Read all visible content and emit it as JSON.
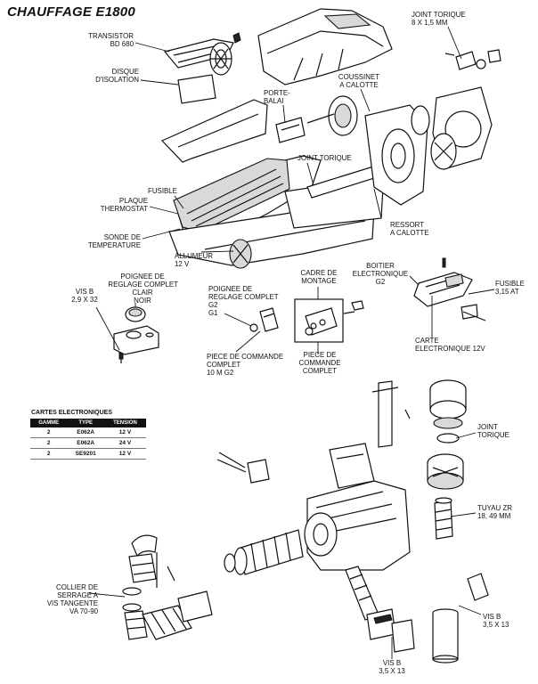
{
  "title": "CHAUFFAGE E1800",
  "labels": {
    "transistor": [
      "TRANSISTOR",
      "BD 680"
    ],
    "disque_isolation": [
      "DISQUE",
      "D'ISOLATION"
    ],
    "joint_torique_top": [
      "JOINT TORIQUE",
      "8 X 1,5 MM"
    ],
    "coussinet": [
      "COUSSINET",
      "A CALOTTE"
    ],
    "porte_balai": [
      "PORTE-",
      "BALAI"
    ],
    "joint_torique_mid": [
      "JOINT TORIQUE"
    ],
    "fusible": [
      "FUSIBLE"
    ],
    "plaque_thermostat": [
      "PLAQUE",
      "THERMOSTAT"
    ],
    "sonde_temperature": [
      "SONDE DE",
      "TEMPERATURE"
    ],
    "ressort": [
      "RESSORT",
      "A CALOTTE"
    ],
    "allumeur": [
      "ALLUMEUR",
      "12 V"
    ],
    "vis_b_left": [
      "VIS B",
      "2,9 X 32"
    ],
    "poignee_clair": [
      "POIGNEE DE",
      "REGLAGE COMPLET",
      "CLAIR",
      "NOIR"
    ],
    "poignee_g2": [
      "POIGNEE DE",
      "REGLAGE COMPLET",
      "G2",
      "G1"
    ],
    "cadre_montage": [
      "CADRE DE",
      "MONTAGE"
    ],
    "boitier": [
      "BOITIER",
      "ELECTRONIQUE",
      "G2"
    ],
    "fusible_315": [
      "FUSIBLE",
      "3,15 AT"
    ],
    "carte_elec": [
      "CARTE",
      "ELECTRONIQUE 12V"
    ],
    "piece_cmd_10m": [
      "PIECE DE COMMANDE",
      "COMPLET",
      "10 M G2"
    ],
    "piece_cmd": [
      "PIECE DE",
      "COMMANDE",
      "COMPLET"
    ],
    "joint_torique_low": [
      "JOINT",
      "TORIQUE"
    ],
    "tuyau_zr": [
      "TUYAU ZR",
      "18, 49 MM"
    ],
    "collier": [
      "COLLIER DE",
      "SERRAGE A",
      "VIS TANGENTE",
      "VA 70-90"
    ],
    "vis_b_right": [
      "VIS B",
      "3,5 X 13"
    ],
    "vis_b_bottom": [
      "VIS B",
      "3,5 X 13"
    ]
  },
  "table": {
    "title": "CARTES ELECTRONIQUES",
    "headers": [
      "GAMME",
      "TYPE",
      "TENSION"
    ],
    "rows": [
      [
        "2",
        "E062A",
        "12 V"
      ],
      [
        "2",
        "E062A",
        "24 V"
      ],
      [
        "2",
        "SE9201",
        "12 V"
      ]
    ]
  }
}
